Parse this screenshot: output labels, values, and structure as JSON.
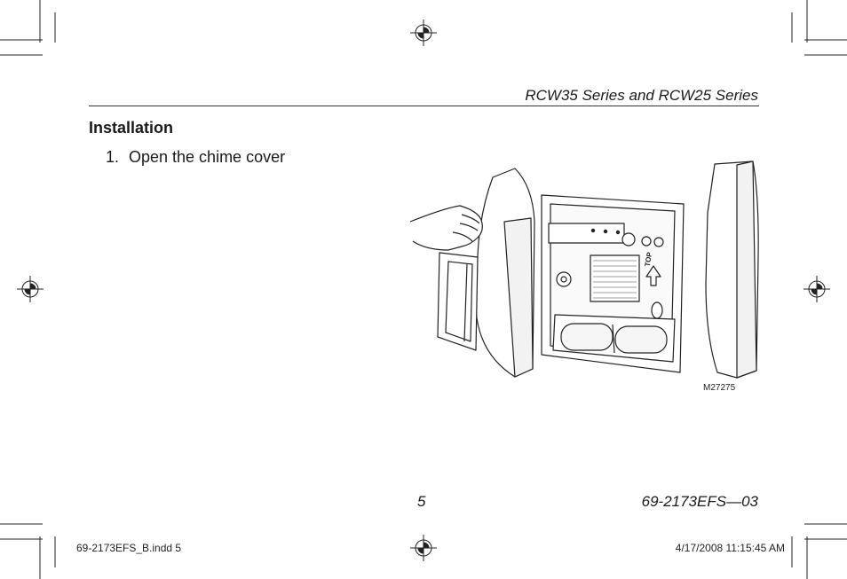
{
  "header": {
    "title": "RCW35 Series and RCW25 Series"
  },
  "section": {
    "heading": "Installation"
  },
  "steps": [
    {
      "number": "1.",
      "text": "Open the chime cover"
    }
  ],
  "figure": {
    "label": "M27275",
    "top_label": "TOP"
  },
  "footer": {
    "page_number": "5",
    "doc_code": "69-2173EFS—03"
  },
  "slug": {
    "file": "69-2173EFS_B.indd   5",
    "date": "4/17/2008   11:15:45 AM"
  }
}
